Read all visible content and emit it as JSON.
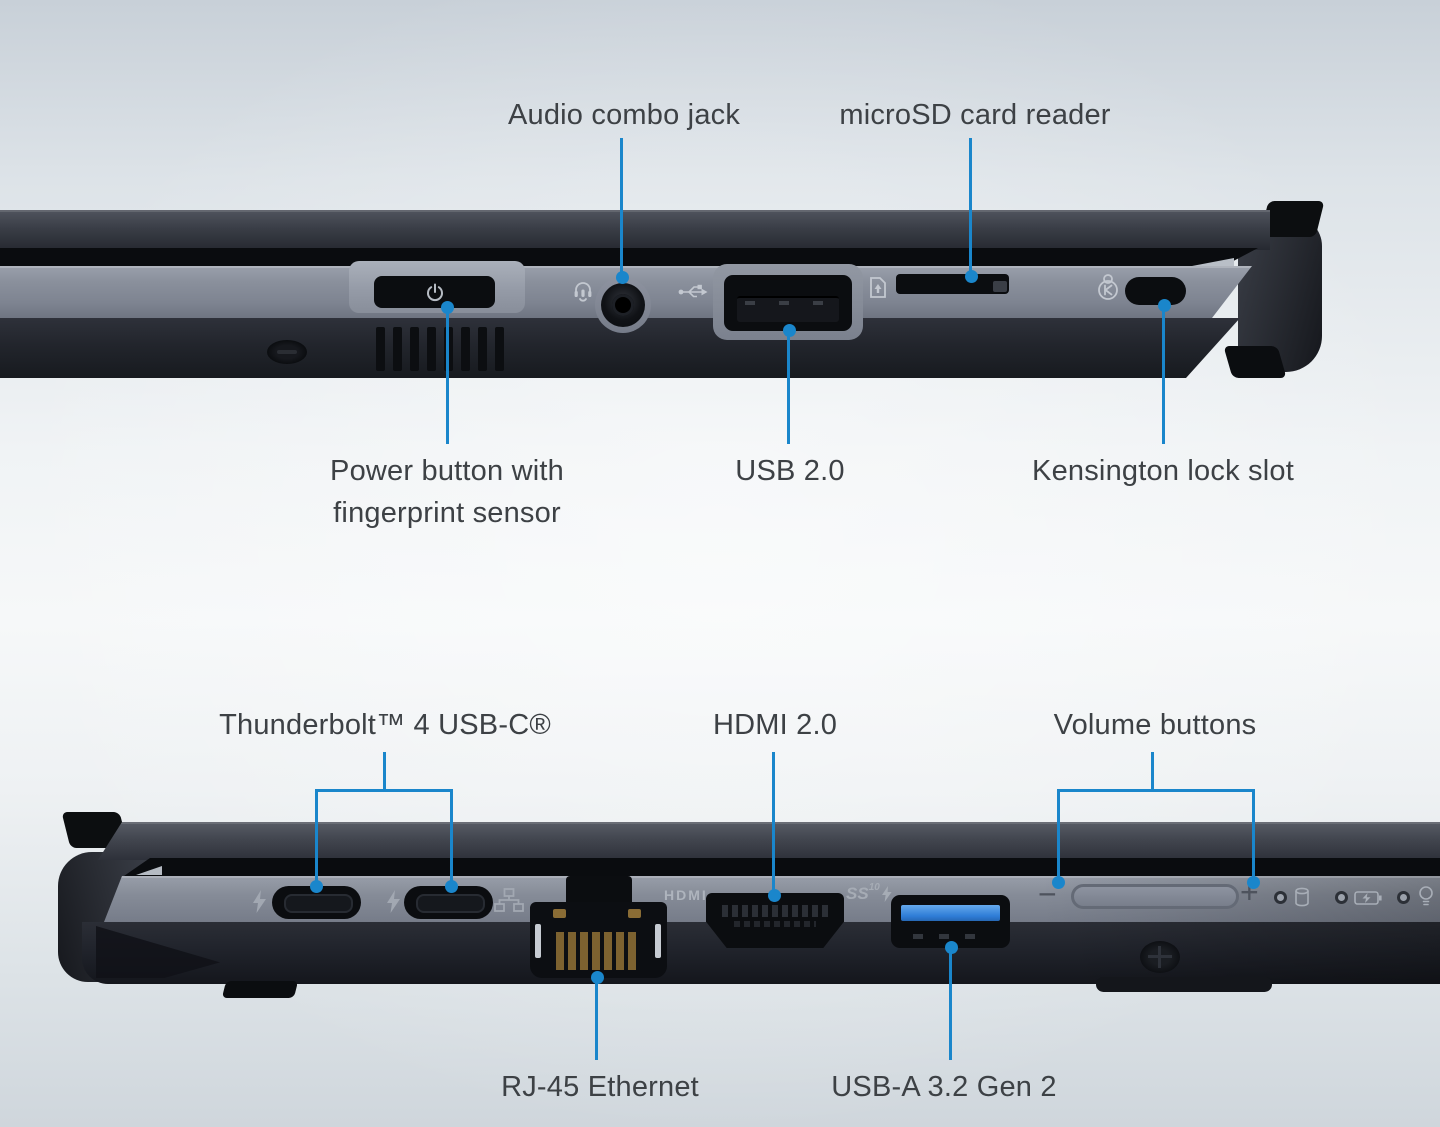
{
  "colors": {
    "accent": "#1a86cb",
    "label_text": "#3d4145",
    "usb_blue": "#2e7cd6"
  },
  "callouts": {
    "audio_jack": "Audio combo jack",
    "microsd": "microSD card reader",
    "power_line1": "Power button with",
    "power_line2": "fingerprint sensor",
    "usb20": "USB 2.0",
    "kensington": "Kensington lock slot",
    "thunderbolt": "Thunderbolt™ 4 USB-C®",
    "hdmi": "HDMI 2.0",
    "volume": "Volume buttons",
    "rj45": "RJ-45 Ethernet",
    "usba": "USB-A 3.2 Gen 2"
  },
  "port_markings": {
    "hdmi": "HDMI",
    "ss": "SS",
    "ss_sup": "10",
    "minus": "−",
    "plus": "+"
  }
}
